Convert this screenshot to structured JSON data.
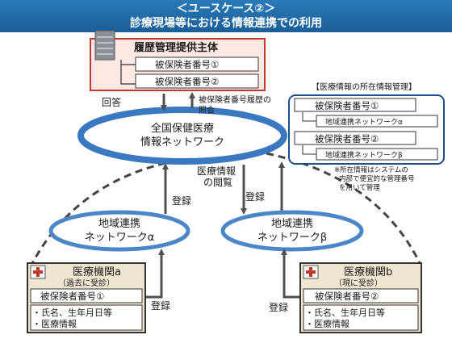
{
  "title": {
    "line1": "＜ユースケース②＞",
    "line2": "診療現場等における情報連携での利用"
  },
  "history_box": {
    "title": "履歴管理提供主体",
    "id1": "被保険者番号①",
    "id2": "被保険者番号②"
  },
  "labels": {
    "answer": "回答",
    "inquiry_line1": "被保険者番号履歴の",
    "inquiry_line2": "照会",
    "register": "登録",
    "view_line1": "医療情報",
    "view_line2": "の閲覧"
  },
  "center_network": {
    "line1": "全国保健医療",
    "line2": "情報ネットワーク"
  },
  "location_box": {
    "title": "【医療情報の所在情報管理】",
    "id1": "被保険者番号①",
    "net1": "地域連携ネットワークα",
    "id2": "被保険者番号②",
    "net2": "地域連携ネットワークβ",
    "note_line1": "※所在情報はシステムの",
    "note_line2": "内部で便宜的な管理番号",
    "note_line3": "を用いて管理"
  },
  "network_alpha": {
    "line1": "地域連携",
    "line2": "ネットワークα"
  },
  "network_beta": {
    "line1": "地域連携",
    "line2": "ネットワークβ"
  },
  "hospital_a": {
    "title": "医療機関a",
    "subtitle": "（過去に受診）",
    "id": "被保険者番号①",
    "item1": "・氏名、生年月日等",
    "item2": "・医療情報"
  },
  "hospital_b": {
    "title": "医療機関b",
    "subtitle": "（現に受診）",
    "id": "被保険者番号②",
    "item1": "・氏名、生年月日等",
    "item2": "・医療情報"
  },
  "colors": {
    "title_bg": "#1a5e97",
    "history_fill": "#fde8e4",
    "history_border": "#c0392b",
    "network_ring": "#3a78c2",
    "hospital_fill": "#efe6d2",
    "arrow": "#505050"
  },
  "icons": [
    "server-icon",
    "hospital-icon"
  ]
}
